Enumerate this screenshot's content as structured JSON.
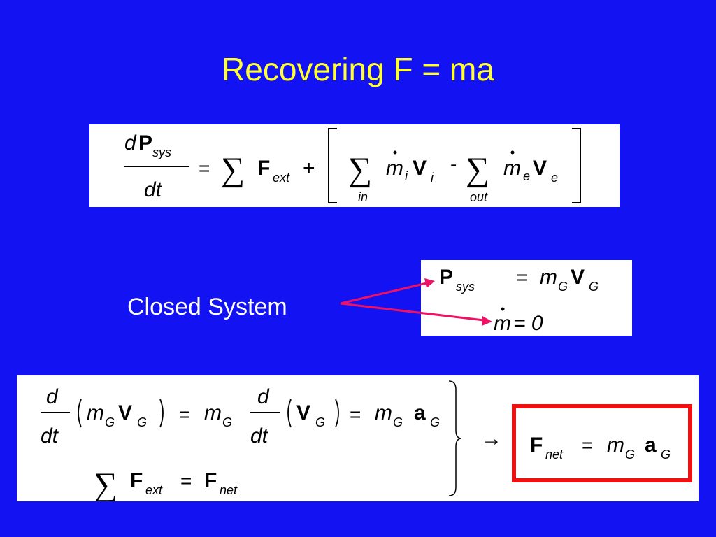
{
  "slide": {
    "title": "Recovering F = ma",
    "closed_system_label": "Closed System"
  },
  "equation_1": {
    "num_d": "d",
    "num_P": "P",
    "num_sub": "sys",
    "den": "dt",
    "eq": "=",
    "sum": "∑",
    "F": "F",
    "F_sub": "ext",
    "plus": "+",
    "m": "m",
    "sub_i": "i",
    "V": "V",
    "minus": "-",
    "sub_e": "e",
    "under_in": "in",
    "under_out": "out"
  },
  "closed_system": {
    "P": "P",
    "P_sub": "sys",
    "eq": "=",
    "m": "m",
    "G": "G",
    "V": "V",
    "mdot_rhs": "= 0"
  },
  "derivation": {
    "d": "d",
    "dt": "dt",
    "m": "m",
    "G": "G",
    "V": "V",
    "a": "a",
    "eq": "=",
    "sum": "∑",
    "F": "F",
    "ext": "ext",
    "net": "net",
    "arrow": "→"
  },
  "result": {
    "F": "F",
    "net": "net",
    "eq": "=",
    "m": "m",
    "G": "G",
    "a": "a"
  },
  "colors": {
    "background": "#1212f2",
    "title": "#ffff33",
    "arrows": "#ee1166",
    "result_border": "#ee1111"
  }
}
